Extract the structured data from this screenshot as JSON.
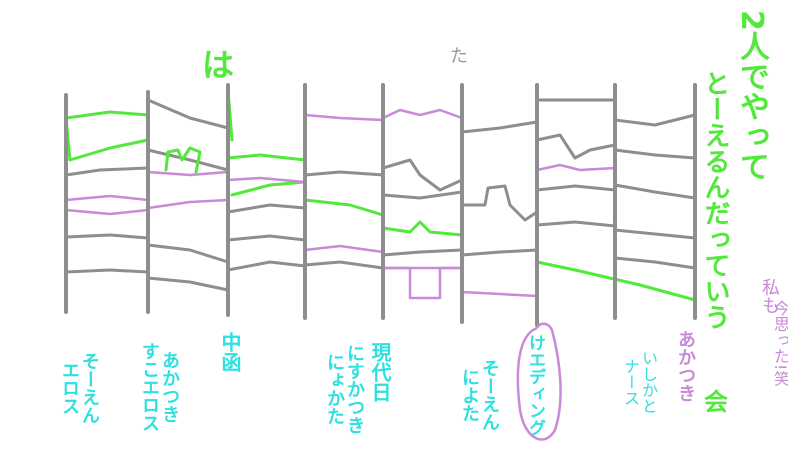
{
  "colors": {
    "background": "#ffffff",
    "post": "#8e8e8e",
    "green": "#52e83c",
    "pink": "#c98ad8",
    "cyan": "#2ee0e0",
    "title_gray": "#9a9a9a"
  },
  "header": {
    "ha": "は",
    "ta": "た"
  },
  "title": {
    "line1": "2人でやって",
    "line2": "とーえるんだっていう"
  },
  "title_tail": "会",
  "side_note": {
    "line1": "私も",
    "line2": "今思った!笑"
  },
  "labels": {
    "col1": {
      "line1": "そーえん",
      "line2": "エロス"
    },
    "col2": {
      "line1": "あかつき",
      "line2": "すこエロス"
    },
    "col3": {
      "line1": "中函"
    },
    "col4": {
      "line1": "にすかつき",
      "line2": "にょかた"
    },
    "col5": {
      "line1": "現代日"
    },
    "col6": {
      "line1": "そーえん",
      "line2": "によた"
    },
    "col7": {
      "line1": "けエディング"
    },
    "col8": {
      "line1": "いしかと",
      "line2": "ナース"
    },
    "col9": {
      "line1": "あかつき"
    }
  }
}
